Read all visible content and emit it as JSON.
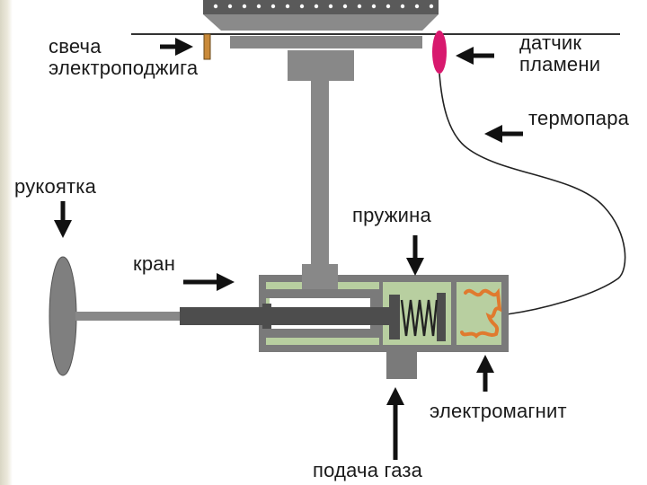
{
  "labels": {
    "ignition_line1": "свеча",
    "ignition_line2": "электроподжига",
    "sensor_line1": "датчик",
    "sensor_line2": "пламени",
    "thermocouple": "термопара",
    "handle": "рукоятка",
    "spring": "пружина",
    "valve": "кран",
    "electromagnet": "электромагнит",
    "gas_supply": "подача газа"
  },
  "colors": {
    "body_gray": "#7a7a7a",
    "dark_gray": "#4d4d4d",
    "valve_green": "#b8cfa0",
    "sensor_pink": "#d8196e",
    "coil_orange": "#e07a2e",
    "ignition_orange": "#c98a3a",
    "arrow_black": "#111111"
  }
}
